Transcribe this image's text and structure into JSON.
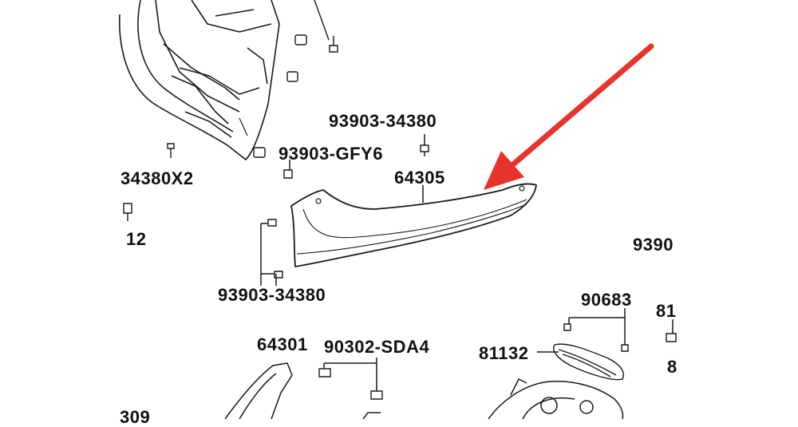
{
  "diagram": {
    "labels": {
      "l1": "93903-34380",
      "l2": "93903-GFY6",
      "l3": "64305",
      "l4": "34380X2",
      "l5": "12",
      "l6": "93903-34380",
      "l7": "9390",
      "l8": "90683",
      "l9": "81",
      "l10": "81132",
      "l11": "8",
      "l12": "64301",
      "l13": "90302-SDA4",
      "l14": "309"
    },
    "arrow_color": "#e8332b",
    "line_color": "#1a1a1a"
  }
}
